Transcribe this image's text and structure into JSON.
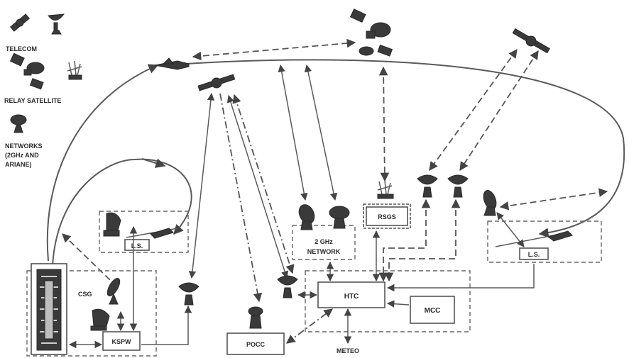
{
  "legend": {
    "telecom": "TELECOM",
    "relay_satellite": "RELAY SATELLITE",
    "networks_line1": "NETWORKS",
    "networks_line2": "(2GHz AND",
    "networks_line3": "ARIANE)"
  },
  "nodes": {
    "csg": "CSG",
    "kspw": "KSPW",
    "ls_left": "L.S.",
    "ls_right": "L.S.",
    "network_line1": "2 GHz",
    "network_line2": "NETWORK",
    "rsgs": "RSGS",
    "htc": "HTC",
    "mcc": "MCC",
    "pocc": "POCC",
    "meteo": "METEO"
  }
}
